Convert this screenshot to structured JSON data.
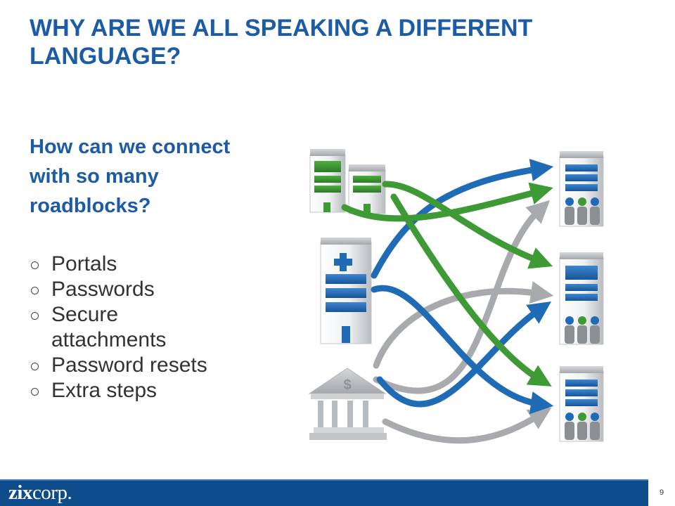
{
  "slide": {
    "title": "WHY ARE WE ALL SPEAKING A DIFFERENT LANGUAGE?",
    "question": "How can we connect with so many roadblocks?",
    "bullets": [
      {
        "line1": "Portals"
      },
      {
        "line1": "Passwords"
      },
      {
        "line1": "Secure",
        "line2": "attachments"
      },
      {
        "line1": "Password resets"
      },
      {
        "line1": "Extra steps"
      }
    ]
  },
  "illustration": {
    "bank_symbol": "$",
    "colors": {
      "green": "#3d9a35",
      "blue": "#1f6bb5",
      "gray": "#a8aaad"
    }
  },
  "footer": {
    "logo_zix": "zix",
    "logo_corp": "corp",
    "logo_mark": ".",
    "page_number": "9"
  },
  "theme": {
    "title_color": "#1c5ba5",
    "footer_color": "#0e4c8c"
  }
}
